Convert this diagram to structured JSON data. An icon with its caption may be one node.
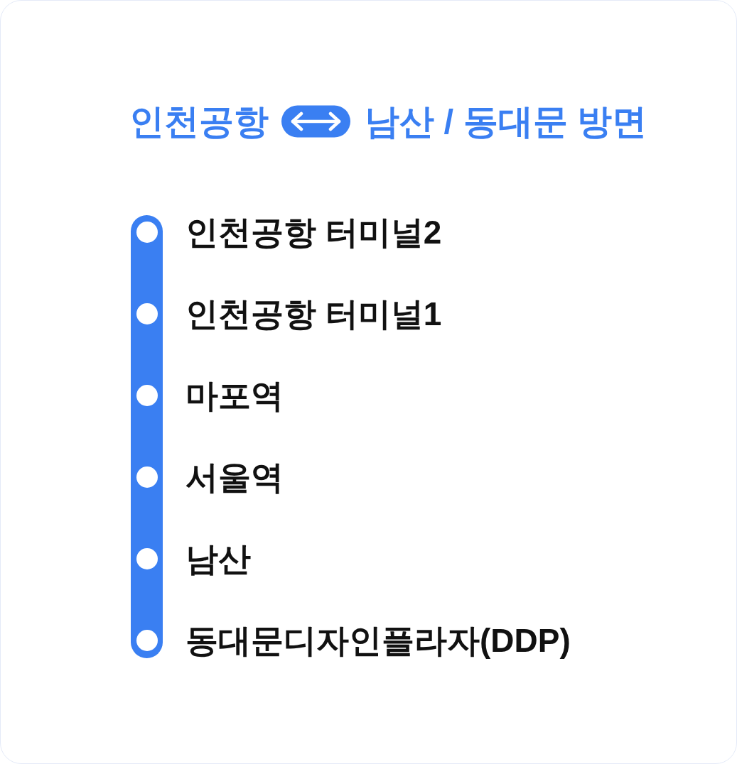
{
  "diagram": {
    "nodes": [
      {
        "text": [
          "인천공항"
        ]
      },
      {
        "text": [
          "남산 / 동대문 방면"
        ]
      },
      {
        "text": [],
        "shape": "circle",
        "beside": [
          "인천공항 터미널2"
        ]
      },
      {
        "text": [],
        "shape": "circle",
        "beside": [
          "인천공항 터미널1"
        ]
      },
      {
        "text": [],
        "shape": "circle",
        "beside": [
          "마포역"
        ]
      },
      {
        "text": [],
        "shape": "circle",
        "beside": [
          "서울역"
        ]
      },
      {
        "text": [],
        "shape": "circle",
        "beside": [
          "남산"
        ]
      },
      {
        "text": [],
        "shape": "circle",
        "beside": [
          "**동대문디자인플라자**(DDP)"
        ]
      }
    ],
    "edges": [
      {
        "from": 0,
        "to": 1,
        "arrow": "both",
        "color": "#ffffff"
      },
      {
        "from": 2,
        "to": 3,
        "arrow": "none"
      },
      {
        "from": 3,
        "to": 4,
        "arrow": "none"
      },
      {
        "from": 4,
        "to": 5,
        "arrow": "none"
      },
      {
        "from": 5,
        "to": 6,
        "arrow": "none"
      },
      {
        "from": 6,
        "to": 7,
        "arrow": "none"
      }
    ]
  }
}
